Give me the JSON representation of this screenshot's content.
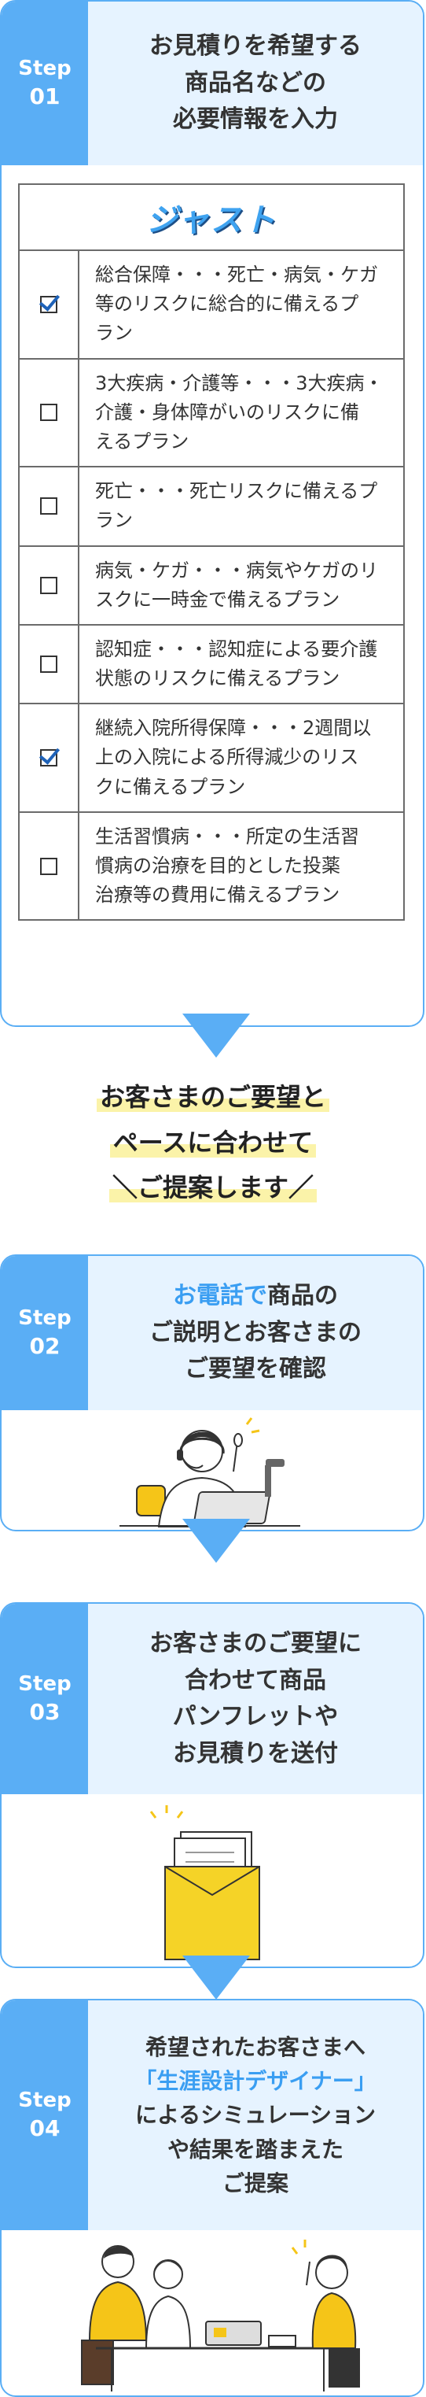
{
  "steps": [
    {
      "label": "Step",
      "num": "01",
      "title_lines": [
        "お見積りを希望する",
        "商品名などの",
        "必要情報を入力"
      ]
    },
    {
      "label": "Step",
      "num": "02",
      "title_lines": [
        "商品の",
        "ご説明とお客さまの",
        "ご要望を確認"
      ],
      "title_accent": "お電話で"
    },
    {
      "label": "Step",
      "num": "03",
      "title_lines": [
        "お客さまのご要望に",
        "合わせて商品",
        "パンフレットや",
        "お見積りを送付"
      ]
    },
    {
      "label": "Step",
      "num": "04",
      "title_lines": [
        "希望されたお客さまへ",
        "「生涯設計デザイナー」",
        "によるシミュレーション",
        "や結果を踏まえた",
        "ご提案"
      ]
    }
  ],
  "logo_text": "ジャスト",
  "plans": [
    {
      "checked": true,
      "lines": [
        "総合保障・・・死亡・病気・ケガ",
        "等のリスクに総合的に備えるプ",
        "ラン"
      ]
    },
    {
      "checked": false,
      "lines": [
        "3大疾病・介護等・・・3大疾病・",
        "介護・身体障がいのリスクに備",
        "えるプラン"
      ]
    },
    {
      "checked": false,
      "lines": [
        "死亡・・・死亡リスクに備えるプ",
        "ラン"
      ]
    },
    {
      "checked": false,
      "lines": [
        "病気・ケガ・・・病気やケガのリ",
        "スクに一時金で備えるプラン"
      ]
    },
    {
      "checked": false,
      "lines": [
        "認知症・・・認知症による要介護",
        "状態のリスクに備えるプラン"
      ]
    },
    {
      "checked": true,
      "lines": [
        "継続入院所得保障・・・2週間以",
        "上の入院による所得減少のリス",
        "クに備えるプラン"
      ]
    },
    {
      "checked": false,
      "lines": [
        "生活習慣病・・・所定の生活習",
        "慣病の治療を目的とした投薬",
        "治療等の費用に備えるプラン"
      ]
    }
  ],
  "middle_text": [
    "お客さまのご要望と",
    "ペースに合わせて",
    "＼ご提案します／"
  ],
  "colors": {
    "accent": "#5aaef5",
    "head_bg": "#e6f3ff",
    "highlight": "#fbf3a9",
    "check": "#1e62b8"
  }
}
